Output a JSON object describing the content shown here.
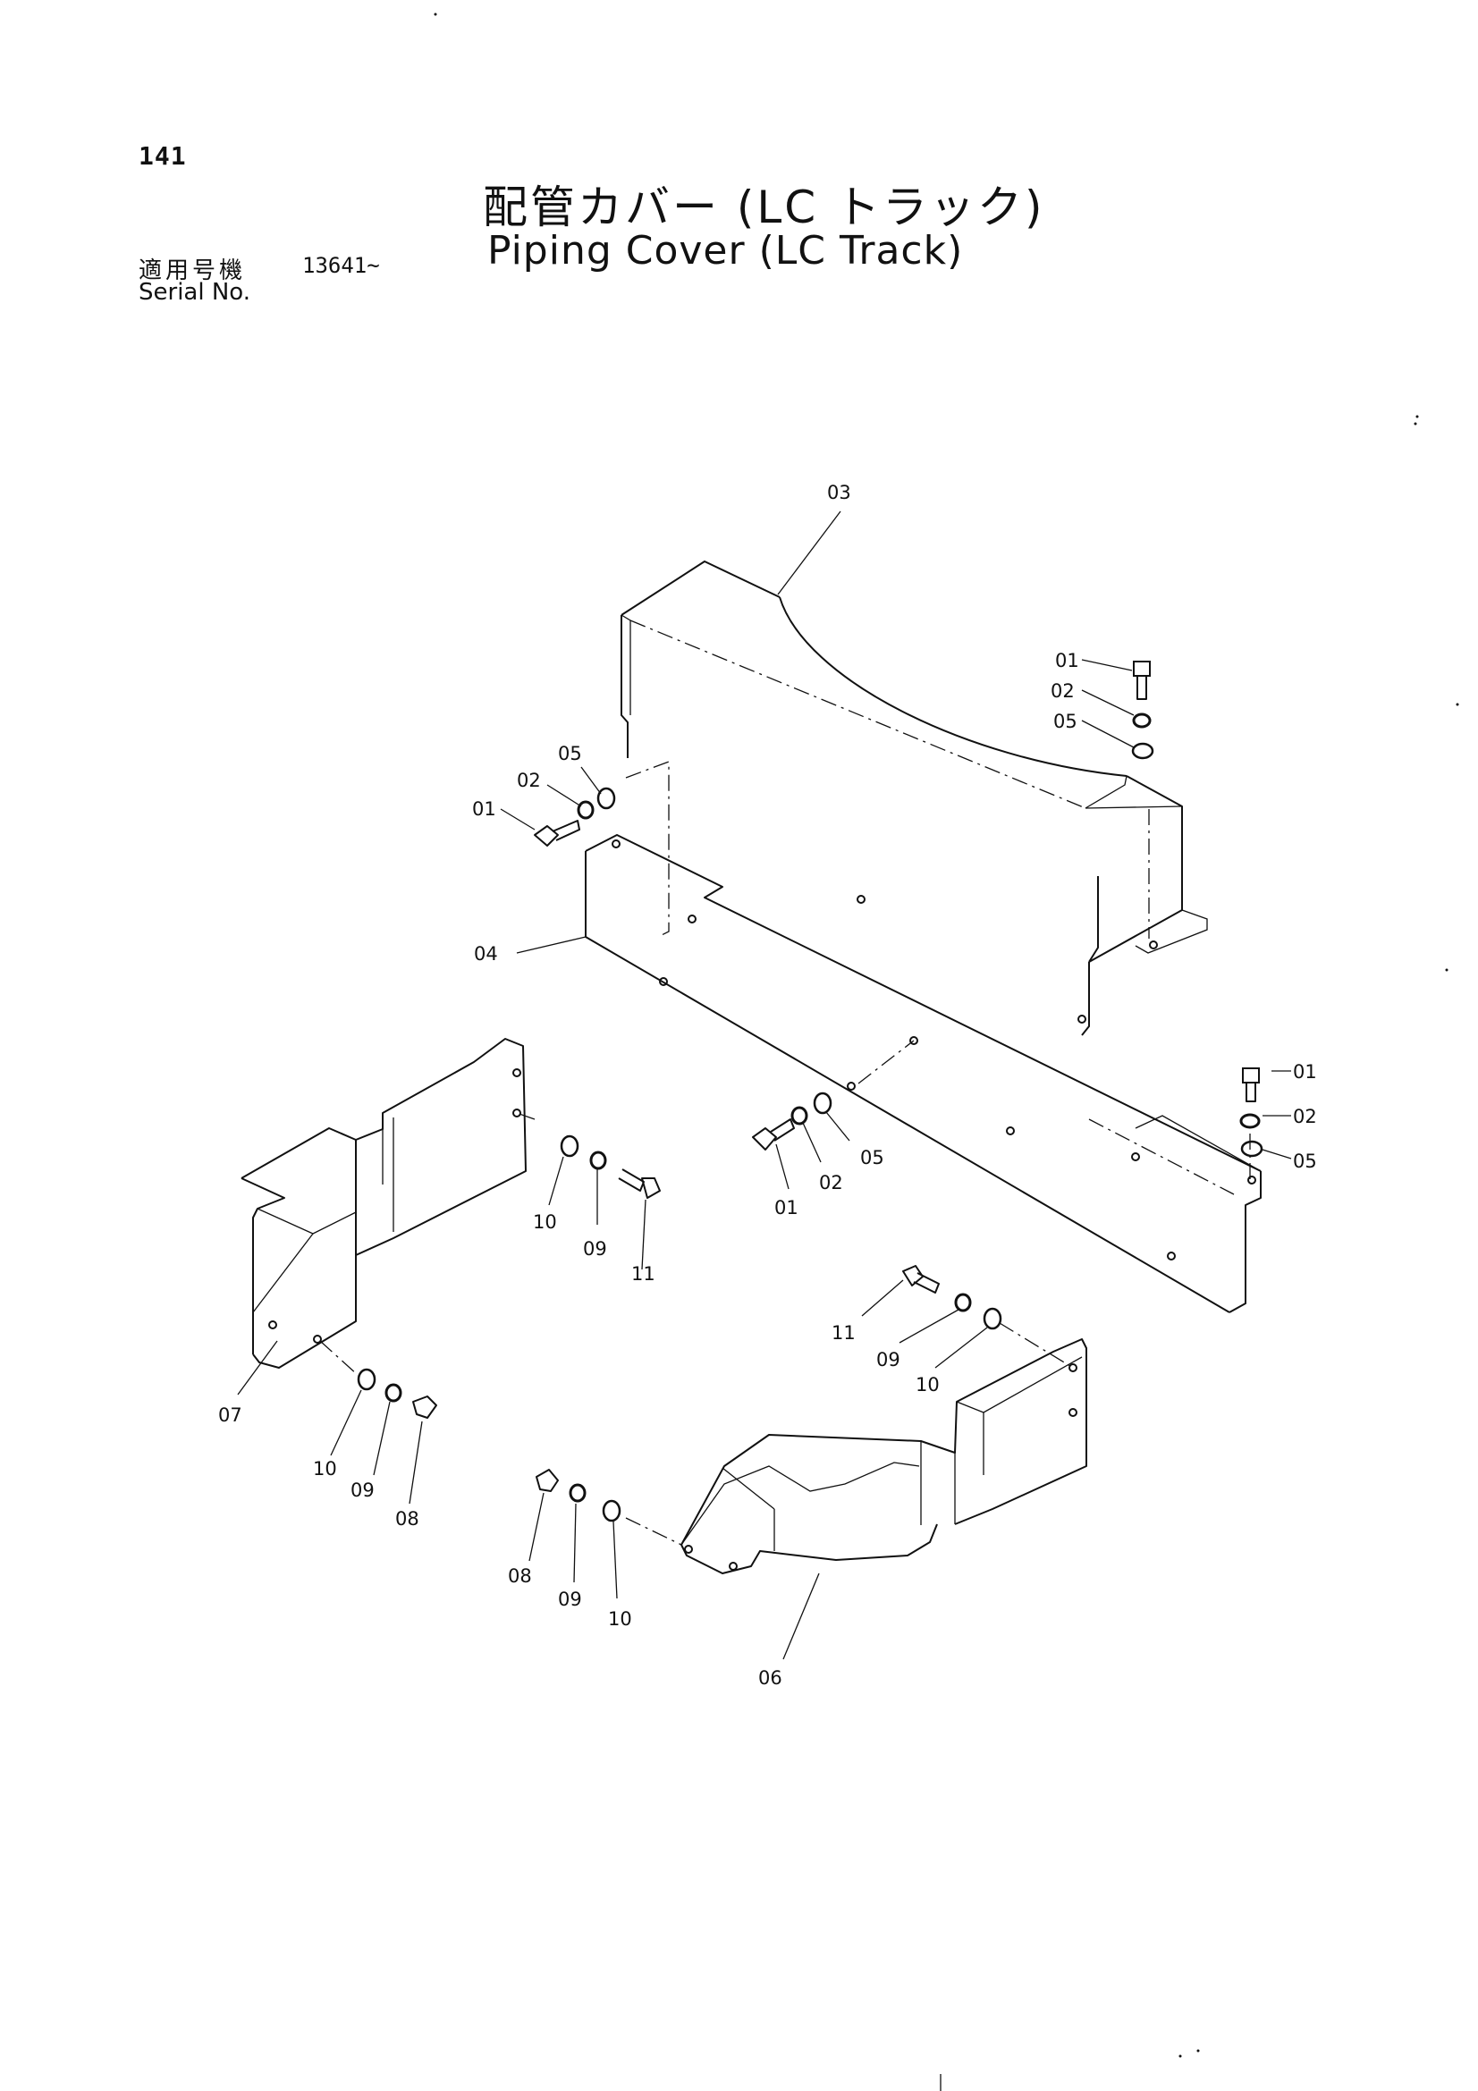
{
  "header": {
    "page_number": "141",
    "title_jp": "配管カバー (LC トラック)",
    "title_en": "Piping Cover (LC Track)",
    "serial_label_jp": "適用号機",
    "serial_value": "13641~",
    "serial_label_en": "Serial No."
  },
  "callouts": {
    "c03": "03",
    "c01a": "01",
    "c02a": "02",
    "c05a": "05",
    "c05b": "05",
    "c02b": "02",
    "c01b": "01",
    "c04": "04",
    "c01c": "01",
    "c02c": "02",
    "c05c": "05",
    "c01d": "01",
    "c02d": "02",
    "c05d": "05",
    "c10a": "10",
    "c09a": "09",
    "c11a": "11",
    "c07": "07",
    "c10b": "10",
    "c09b": "09",
    "c08a": "08",
    "c11b": "11",
    "c09c": "09",
    "c10c": "10",
    "c08b": "08",
    "c09d": "09",
    "c10d": "10",
    "c06": "06"
  }
}
